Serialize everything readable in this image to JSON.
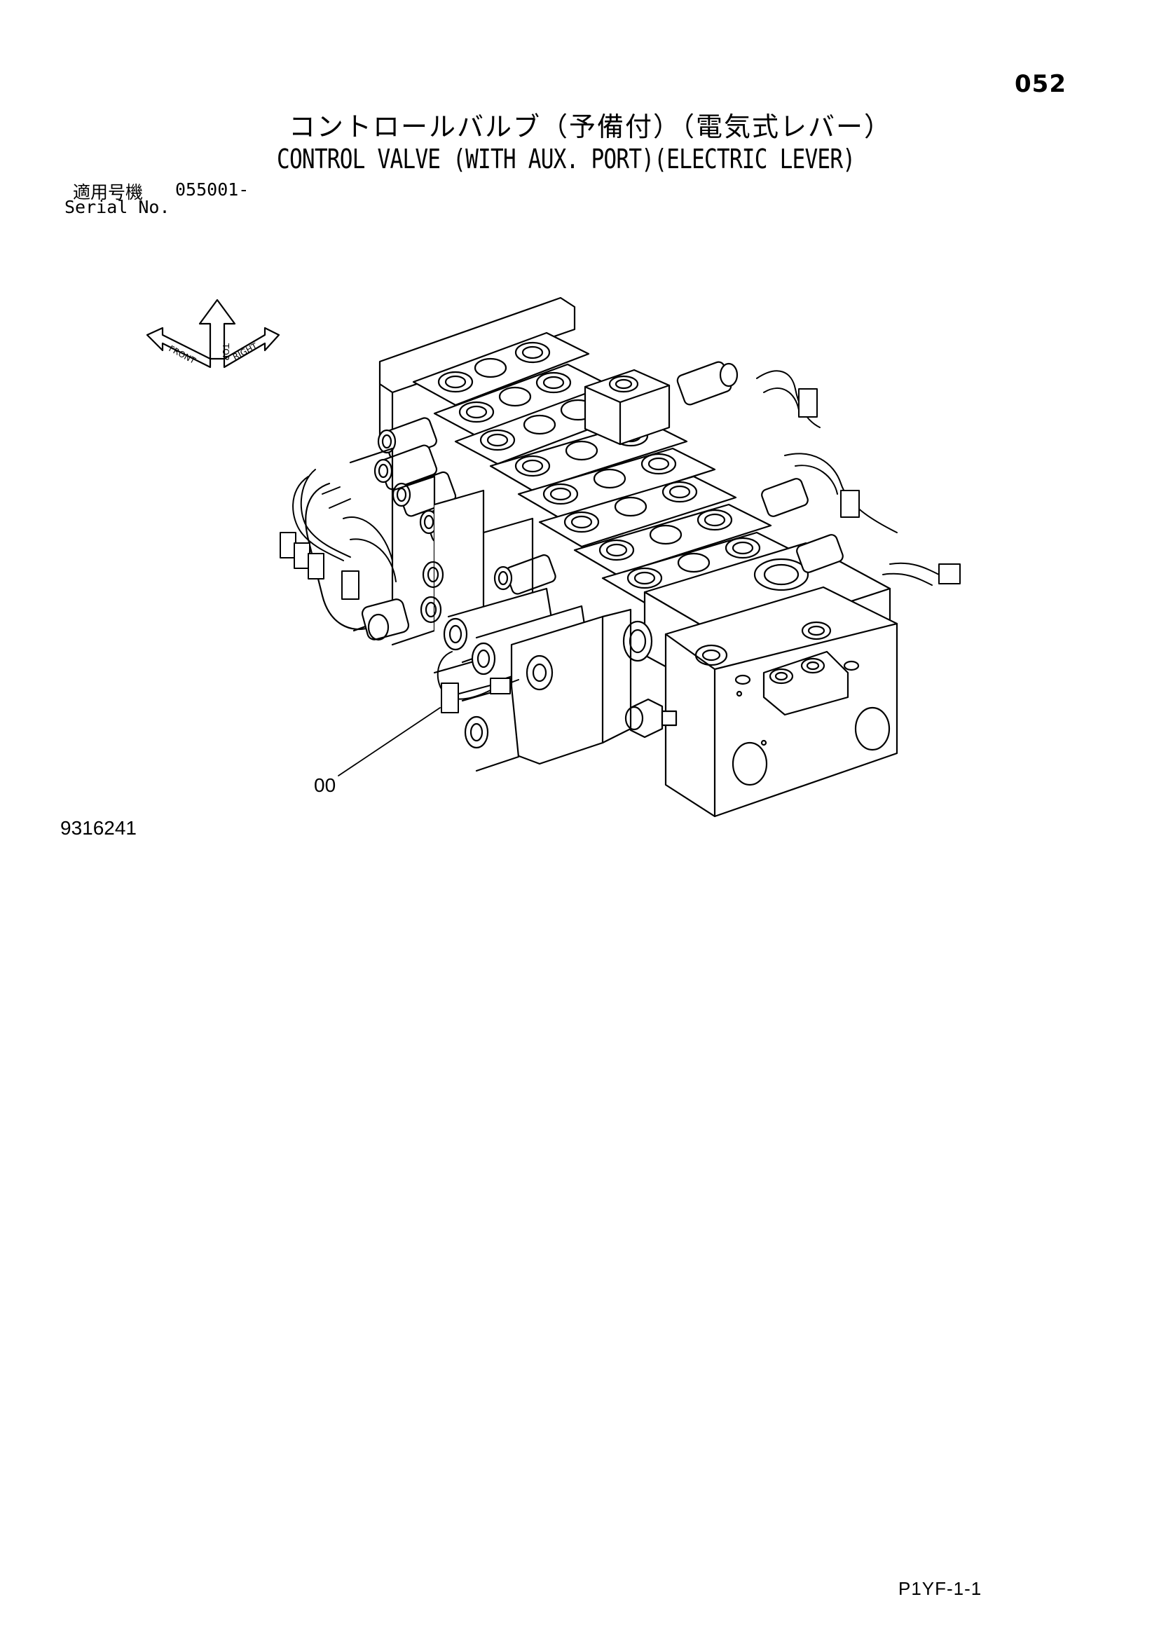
{
  "header": {
    "page_number": "052",
    "title_jp": "コントロールバルブ（予備付）（電気式レバー）",
    "title_en": "CONTROL VALVE (WITH AUX. PORT)(ELECTRIC LEVER)",
    "serial_label_jp": "適用号機",
    "serial_value": "055001-",
    "serial_label_en": "Serial No."
  },
  "diagram": {
    "orientation_labels": [
      "TOP",
      "FRONT",
      "RIGHT"
    ],
    "callouts": [
      {
        "label": "00"
      }
    ],
    "drawing_number": "9316241"
  },
  "footer": {
    "page_code": "P1YF-1-1"
  }
}
